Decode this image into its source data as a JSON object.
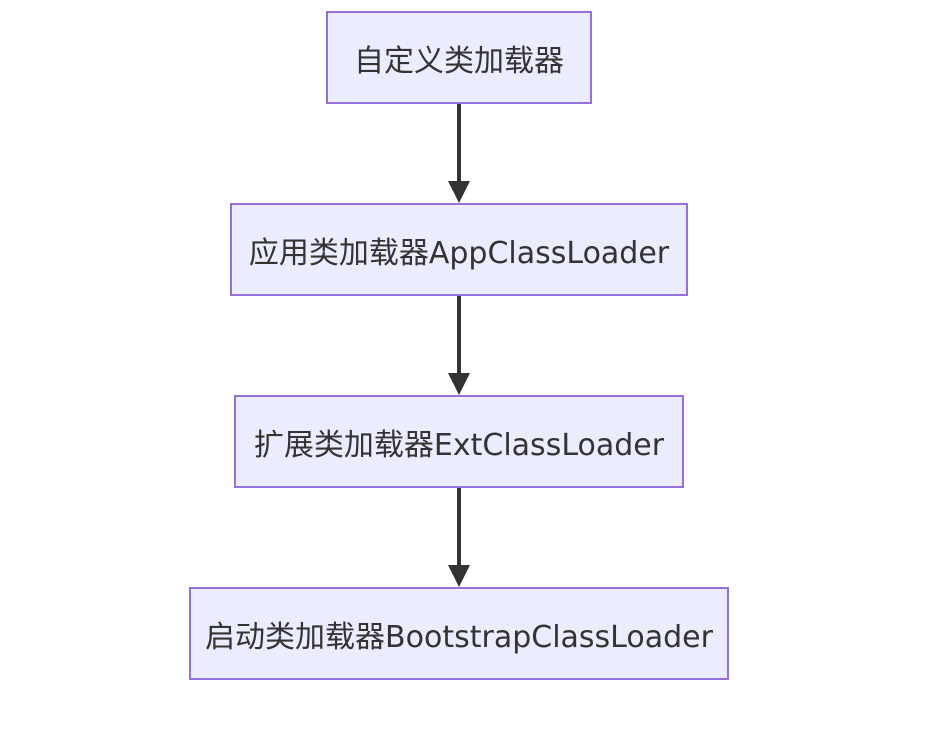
{
  "nodes": [
    {
      "id": "custom",
      "label": "自定义类加载器"
    },
    {
      "id": "app",
      "label": "应用类加载器AppClassLoader"
    },
    {
      "id": "ext",
      "label": "扩展类加载器ExtClassLoader"
    },
    {
      "id": "bootstrap",
      "label": "启动类加载器BootstrapClassLoader"
    }
  ],
  "edges": [
    {
      "from": "custom",
      "to": "app"
    },
    {
      "from": "app",
      "to": "ext"
    },
    {
      "from": "ext",
      "to": "bootstrap"
    }
  ],
  "colors": {
    "node_fill": "#ECECFF",
    "node_border": "#9370DB",
    "text": "#333333",
    "edge": "#333333",
    "background": "#ffffff"
  }
}
